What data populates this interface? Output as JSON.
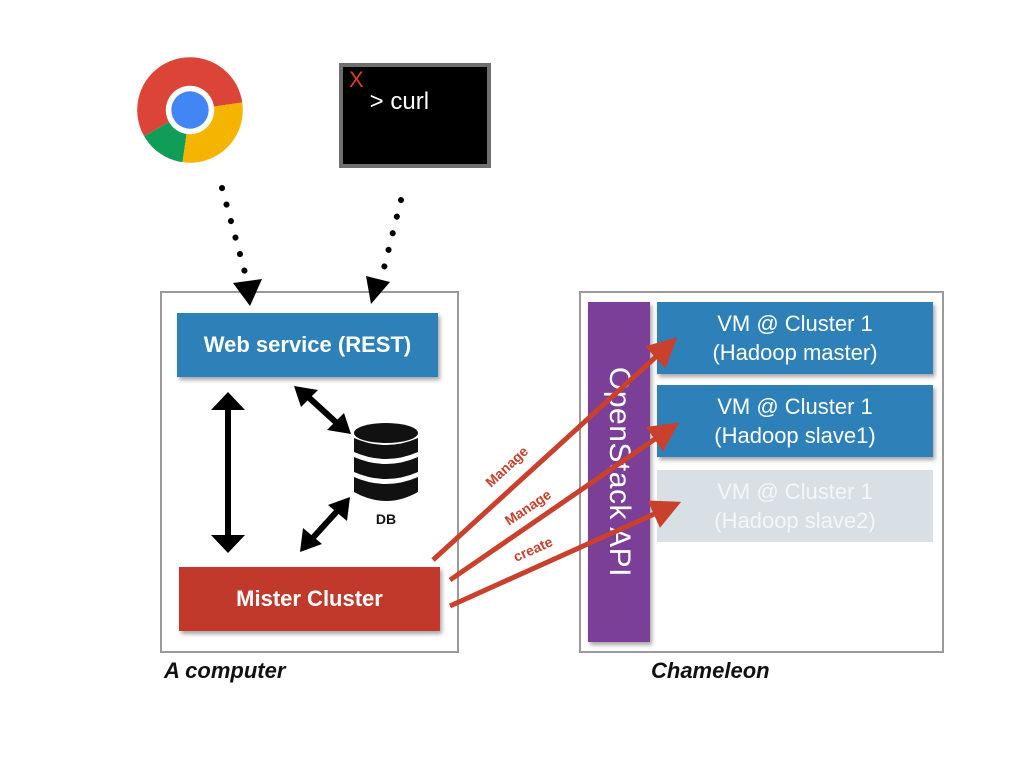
{
  "terminal": {
    "close_glyph": "X",
    "prompt": " > curl"
  },
  "computer_panel": {
    "caption": "A computer",
    "web_service_label": "Web service (REST)",
    "mister_cluster_label": "Mister Cluster",
    "db_label": "DB"
  },
  "chameleon_panel": {
    "caption": "Chameleon",
    "openstack_label": "OpenStack API",
    "vms": [
      {
        "line1": "VM @ Cluster 1",
        "line2": "(Hadoop master)"
      },
      {
        "line1": "VM @ Cluster 1",
        "line2": "(Hadoop slave1)"
      },
      {
        "line1": "VM @ Cluster 1",
        "line2": "(Hadoop slave2)"
      }
    ]
  },
  "arrows": {
    "manage_1": "Manage",
    "manage_2": "Manage",
    "create": "create"
  },
  "icons": [
    "chrome-browser-icon",
    "terminal-icon",
    "database-icon"
  ],
  "colors": {
    "web_service": "#2e81b8",
    "mister_cluster": "#c0392b",
    "openstack": "#7b3f98",
    "vm_active": "#2e81b8",
    "vm_pending": "#d8e0e6",
    "arrow_red": "#c9402c"
  }
}
